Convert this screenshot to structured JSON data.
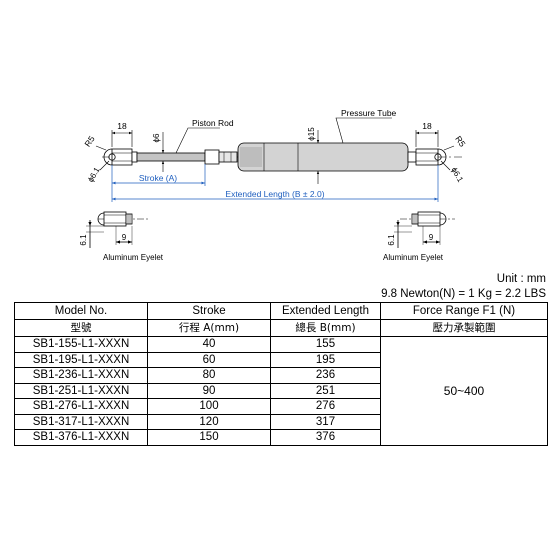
{
  "drawing": {
    "dims": {
      "eye_left": "18",
      "eye_right": "18",
      "radius_left": "R5",
      "radius_right": "R5",
      "hole_left": "ϕ6.1",
      "hole_right": "ϕ6.1",
      "rod_dia": "ϕ6",
      "tube_dia": "ϕ15",
      "eyelet_left_h": "6.1",
      "eyelet_left_w": "9",
      "eyelet_right_h": "6.1",
      "eyelet_right_w": "9"
    },
    "labels": {
      "piston_rod": "Piston Rod",
      "pressure_tube": "Pressure Tube",
      "stroke": "Stroke (A)",
      "extended_length": "Extended Length (B ± 2.0)",
      "eyelet_left": "Aluminum Eyelet",
      "eyelet_right": "Aluminum Eyelet"
    }
  },
  "units": {
    "unit": "Unit : mm",
    "conversion": "9.8 Newton(N) = 1 Kg = 2.2 LBS"
  },
  "table": {
    "headers": [
      {
        "en": "Model No.",
        "zh": "型號"
      },
      {
        "en": "Stroke",
        "zh": "行程 A(mm)"
      },
      {
        "en": "Extended Length",
        "zh": "總長 B(mm)"
      },
      {
        "en": "Force Range F1 (N)",
        "zh": "壓力承製範圍"
      }
    ],
    "rows": [
      {
        "model": "SB1-155-L1-XXXN",
        "stroke": "40",
        "length": "155"
      },
      {
        "model": "SB1-195-L1-XXXN",
        "stroke": "60",
        "length": "195"
      },
      {
        "model": "SB1-236-L1-XXXN",
        "stroke": "80",
        "length": "236"
      },
      {
        "model": "SB1-251-L1-XXXN",
        "stroke": "90",
        "length": "251"
      },
      {
        "model": "SB1-276-L1-XXXN",
        "stroke": "100",
        "length": "276"
      },
      {
        "model": "SB1-317-L1-XXXN",
        "stroke": "120",
        "length": "317"
      },
      {
        "model": "SB1-376-L1-XXXN",
        "stroke": "150",
        "length": "376"
      }
    ],
    "force_range": "50~400"
  },
  "colors": {
    "tube": "#d3d3d3",
    "rod": "#c4c4c4",
    "dimension_line": "#1f5fbf",
    "ink": "#000000"
  }
}
